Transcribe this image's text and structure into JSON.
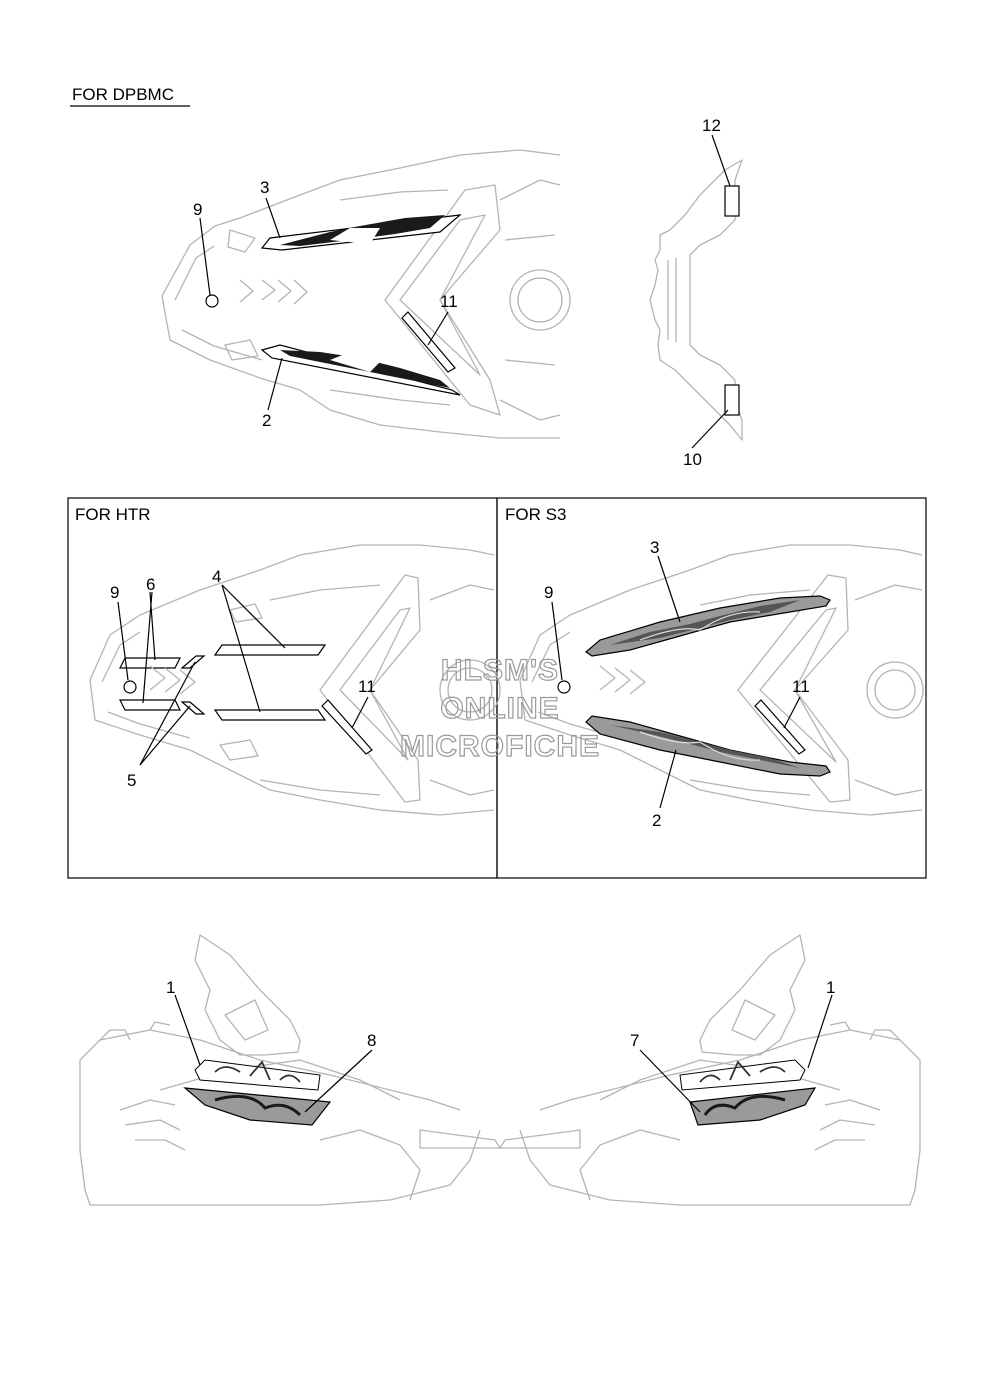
{
  "sections": {
    "top": "FOR DPBMC",
    "htr": "FOR HTR",
    "s3": "FOR S3"
  },
  "watermark": [
    "HLSM'S",
    "ONLINE",
    "MICROFICHE"
  ],
  "callouts": {
    "top": [
      "3",
      "9",
      "11",
      "2",
      "12",
      "10"
    ],
    "htr": [
      "9",
      "6",
      "4",
      "11",
      "5"
    ],
    "s3": [
      "3",
      "9",
      "11",
      "2"
    ],
    "side": [
      "1",
      "8",
      "7",
      "1"
    ]
  }
}
